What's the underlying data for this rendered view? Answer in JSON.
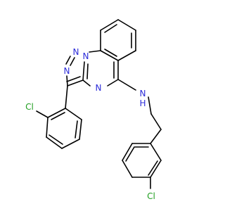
{
  "colors": {
    "carbon_bond": "#000000",
    "nitrogen": "#2b2bd9",
    "chlorine": "#1f9e1f"
  },
  "atoms": {
    "n_triazole_1": "N",
    "n_triazole_2": "N",
    "n_bridge": "N",
    "n_pyrimidine": "N",
    "n_amine": "N",
    "h_amine": "H",
    "cl_left": "Cl",
    "cl_bottom": "Cl"
  }
}
